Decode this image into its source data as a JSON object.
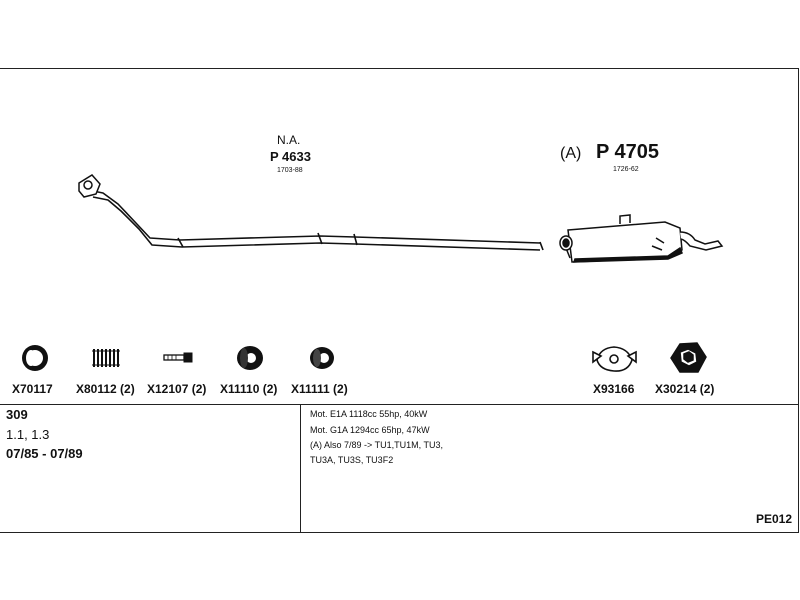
{
  "sections": [
    {
      "label": "N.A.",
      "part_no": "P 4633",
      "sub": "1703-88"
    },
    {
      "label": "(A)",
      "part_no": "P 4705",
      "sub": "1726-62"
    }
  ],
  "parts": [
    {
      "code": "X70117",
      "icon": "ring-gasket-icon"
    },
    {
      "code": "X80112 (2)",
      "icon": "spring-icon"
    },
    {
      "code": "X12107 (2)",
      "icon": "bolt-icon"
    },
    {
      "code": "X11110 (2)",
      "icon": "rubber-mount-icon"
    },
    {
      "code": "X11111 (2)",
      "icon": "washer-icon"
    },
    {
      "code": "X93166",
      "icon": "clamp-icon"
    },
    {
      "code": "X30214 (2)",
      "icon": "hex-flange-icon"
    }
  ],
  "vehicle": {
    "model": "309",
    "engines": "1.1, 1.3",
    "period": "07/85 - 07/89"
  },
  "notes": [
    "Mot. E1A 1118cc 55hp, 40kW",
    "Mot. G1A 1294cc 65hp, 47kW",
    "(A) Also 7/89 -> TU1,TU1M, TU3,",
    "TU3A, TU3S, TU3F2"
  ],
  "diagram_code": "PE012",
  "colors": {
    "ink": "#111111",
    "background": "#ffffff"
  }
}
